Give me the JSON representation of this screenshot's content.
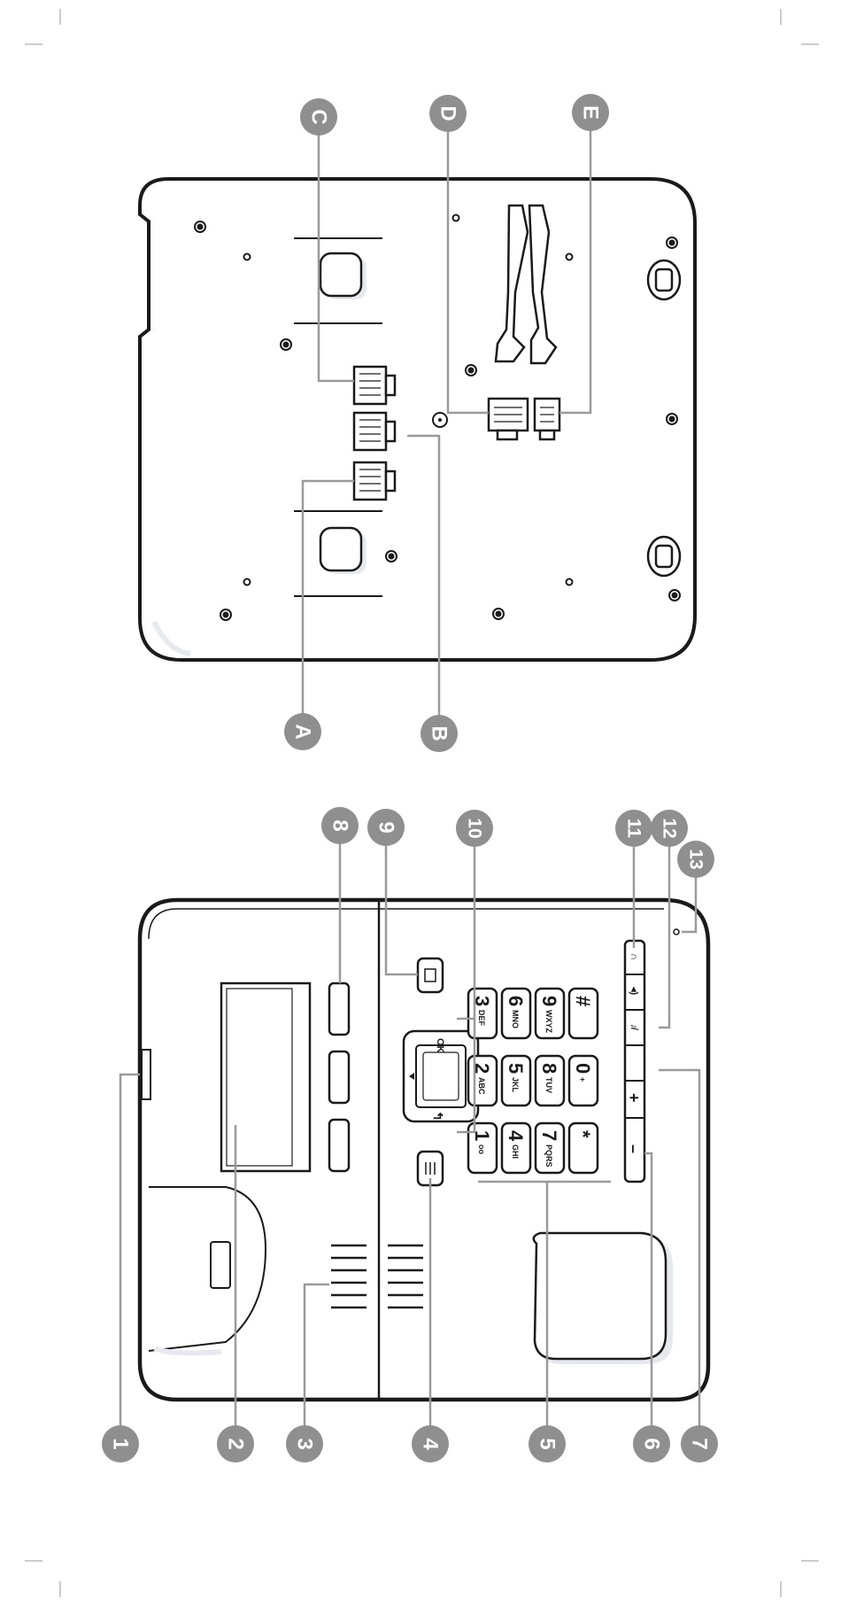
{
  "callouts": {
    "numbers": [
      "1",
      "2",
      "3",
      "4",
      "5",
      "6",
      "7",
      "8",
      "9",
      "10",
      "11",
      "12",
      "13"
    ],
    "letters": [
      "A",
      "B",
      "C",
      "D",
      "E"
    ]
  },
  "keypad": {
    "keys": [
      {
        "digit": "1",
        "sub": "oo"
      },
      {
        "digit": "2",
        "sub": "ABC"
      },
      {
        "digit": "3",
        "sub": "DEF"
      },
      {
        "digit": "4",
        "sub": "GHI"
      },
      {
        "digit": "5",
        "sub": "JKL"
      },
      {
        "digit": "6",
        "sub": "MNO"
      },
      {
        "digit": "7",
        "sub": "PQRS"
      },
      {
        "digit": "8",
        "sub": "TUV"
      },
      {
        "digit": "9",
        "sub": "WXYZ"
      },
      {
        "digit": "*",
        "sub": ""
      },
      {
        "digit": "0",
        "sub": "+"
      },
      {
        "digit": "#",
        "sub": ""
      }
    ],
    "ok_label": "OK",
    "volume_minus": "–",
    "volume_plus": "+"
  },
  "colors": {
    "callout_fill": "#8f8f8f",
    "outline": "#1a1a1a",
    "shadow": "#e6eaee",
    "leader": "#9a9a9a"
  }
}
